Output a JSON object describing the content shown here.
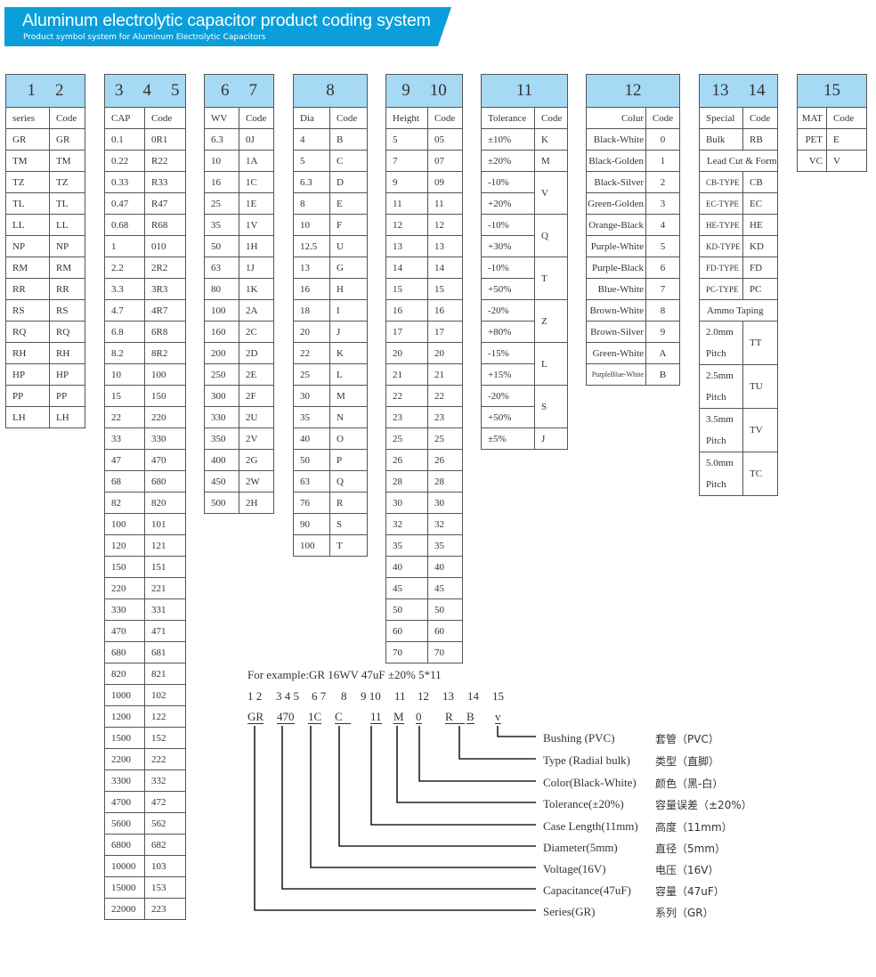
{
  "banner": {
    "title": "Aluminum electrolytic capacitor product coding system",
    "subtitle": "Product symbol system for Aluminum Electrolytic Capacitors"
  },
  "colors": {
    "banner": "#0a9fdb",
    "header_cell": "#a5d9f4"
  },
  "tables": [
    {
      "id": "t1",
      "name": "series-table",
      "header": [
        "1",
        "2"
      ],
      "columns": [
        "series",
        "Code"
      ],
      "rows": [
        [
          "GR",
          "GR"
        ],
        [
          "TM",
          "TM"
        ],
        [
          "TZ",
          "TZ"
        ],
        [
          "TL",
          "TL"
        ],
        [
          "LL",
          "LL"
        ],
        [
          "NP",
          "NP"
        ],
        [
          "RM",
          "RM"
        ],
        [
          "RR",
          "RR"
        ],
        [
          "RS",
          "RS"
        ],
        [
          "RQ",
          "RQ"
        ],
        [
          "RH",
          "RH"
        ],
        [
          "HP",
          "HP"
        ],
        [
          "PP",
          "PP"
        ],
        [
          "LH",
          "LH"
        ]
      ]
    },
    {
      "id": "t2",
      "name": "capacitance-table",
      "header": [
        "3",
        "4",
        "5"
      ],
      "columns": [
        "CAP",
        "Code"
      ],
      "rows": [
        [
          "0.1",
          "0R1"
        ],
        [
          "0.22",
          "R22"
        ],
        [
          "0.33",
          "R33"
        ],
        [
          "0.47",
          "R47"
        ],
        [
          "0.68",
          "R68"
        ],
        [
          "1",
          "010"
        ],
        [
          "2.2",
          "2R2"
        ],
        [
          "3.3",
          "3R3"
        ],
        [
          "4.7",
          "4R7"
        ],
        [
          "6.8",
          "6R8"
        ],
        [
          "8.2",
          "8R2"
        ],
        [
          "10",
          "100"
        ],
        [
          "15",
          "150"
        ],
        [
          "22",
          "220"
        ],
        [
          "33",
          "330"
        ],
        [
          "47",
          "470"
        ],
        [
          "68",
          "680"
        ],
        [
          "82",
          "820"
        ],
        [
          "100",
          "101"
        ],
        [
          "120",
          "121"
        ],
        [
          "150",
          "151"
        ],
        [
          "220",
          "221"
        ],
        [
          "330",
          "331"
        ],
        [
          "470",
          "471"
        ],
        [
          "680",
          "681"
        ],
        [
          "820",
          "821"
        ],
        [
          "1000",
          "102"
        ],
        [
          "1200",
          "122"
        ],
        [
          "1500",
          "152"
        ],
        [
          "2200",
          "222"
        ],
        [
          "3300",
          "332"
        ],
        [
          "4700",
          "472"
        ],
        [
          "5600",
          "562"
        ],
        [
          "6800",
          "682"
        ],
        [
          "10000",
          "103"
        ],
        [
          "15000",
          "153"
        ],
        [
          "22000",
          "223"
        ]
      ]
    },
    {
      "id": "t3",
      "name": "voltage-table",
      "header": [
        "6",
        "7"
      ],
      "columns": [
        "WV",
        "Code"
      ],
      "rows": [
        [
          "6.3",
          "0J"
        ],
        [
          "10",
          "1A"
        ],
        [
          "16",
          "1C"
        ],
        [
          "25",
          "1E"
        ],
        [
          "35",
          "1V"
        ],
        [
          "50",
          "1H"
        ],
        [
          "63",
          "1J"
        ],
        [
          "80",
          "1K"
        ],
        [
          "100",
          "2A"
        ],
        [
          "160",
          "2C"
        ],
        [
          "200",
          "2D"
        ],
        [
          "250",
          "2E"
        ],
        [
          "300",
          "2F"
        ],
        [
          "330",
          "2U"
        ],
        [
          "350",
          "2V"
        ],
        [
          "400",
          "2G"
        ],
        [
          "450",
          "2W"
        ],
        [
          "500",
          "2H"
        ]
      ]
    },
    {
      "id": "t4",
      "name": "diameter-table",
      "header": [
        "8"
      ],
      "columns": [
        "Dia",
        "Code"
      ],
      "rows": [
        [
          "4",
          "B"
        ],
        [
          "5",
          "C"
        ],
        [
          "6.3",
          "D"
        ],
        [
          "8",
          "E"
        ],
        [
          "10",
          "F"
        ],
        [
          "12.5",
          "U"
        ],
        [
          "13",
          "G"
        ],
        [
          "16",
          "H"
        ],
        [
          "18",
          "I"
        ],
        [
          "20",
          "J"
        ],
        [
          "22",
          "K"
        ],
        [
          "25",
          "L"
        ],
        [
          "30",
          "M"
        ],
        [
          "35",
          "N"
        ],
        [
          "40",
          "O"
        ],
        [
          "50",
          "P"
        ],
        [
          "63",
          "Q"
        ],
        [
          "76",
          "R"
        ],
        [
          "90",
          "S"
        ],
        [
          "100",
          "T"
        ]
      ]
    },
    {
      "id": "t5",
      "name": "height-table",
      "header": [
        "9",
        "10"
      ],
      "columns": [
        "Height",
        "Code"
      ],
      "rows": [
        [
          "5",
          "05"
        ],
        [
          "7",
          "07"
        ],
        [
          "9",
          "09"
        ],
        [
          "11",
          "11"
        ],
        [
          "12",
          "12"
        ],
        [
          "13",
          "13"
        ],
        [
          "14",
          "14"
        ],
        [
          "15",
          "15"
        ],
        [
          "16",
          "16"
        ],
        [
          "17",
          "17"
        ],
        [
          "20",
          "20"
        ],
        [
          "21",
          "21"
        ],
        [
          "22",
          "22"
        ],
        [
          "23",
          "23"
        ],
        [
          "25",
          "25"
        ],
        [
          "26",
          "26"
        ],
        [
          "28",
          "28"
        ],
        [
          "30",
          "30"
        ],
        [
          "32",
          "32"
        ],
        [
          "35",
          "35"
        ],
        [
          "40",
          "40"
        ],
        [
          "45",
          "45"
        ],
        [
          "50",
          "50"
        ],
        [
          "60",
          "60"
        ],
        [
          "70",
          "70"
        ]
      ]
    },
    {
      "id": "t6",
      "name": "tolerance-table",
      "header": [
        "11"
      ],
      "columns": [
        "Tolerance",
        "Code"
      ],
      "rows": [
        [
          "±10%",
          "K"
        ],
        [
          "±20%",
          "M"
        ],
        [
          "-10%",
          {
            "t": "V",
            "rs": 2
          }
        ],
        [
          "+20%"
        ],
        [
          "-10%",
          {
            "t": "Q",
            "rs": 2
          }
        ],
        [
          "+30%"
        ],
        [
          "-10%",
          {
            "t": "T",
            "rs": 2
          }
        ],
        [
          "+50%"
        ],
        [
          "-20%",
          {
            "t": "Z",
            "rs": 2
          }
        ],
        [
          "+80%"
        ],
        [
          "-15%",
          {
            "t": "L",
            "rs": 2
          }
        ],
        [
          "+15%"
        ],
        [
          "-20%",
          {
            "t": "S",
            "rs": 2
          }
        ],
        [
          "+50%"
        ],
        [
          "±5%",
          "J"
        ]
      ]
    },
    {
      "id": "t7",
      "name": "colour-table",
      "header": [
        "12"
      ],
      "columns": [
        "Colur",
        "Code"
      ],
      "rows": [
        [
          "Black-White",
          "0"
        ],
        [
          "Black-Golden",
          "1"
        ],
        [
          "Black-Silver",
          "2"
        ],
        [
          "Green-Golden",
          "3"
        ],
        [
          "Orange-Black",
          "4"
        ],
        [
          "Purple-White",
          "5"
        ],
        [
          "Purple-Black",
          "6"
        ],
        [
          "Blue-White",
          "7"
        ],
        [
          "Brown-White",
          "8"
        ],
        [
          "Brown-Silver",
          "9"
        ],
        [
          "Green-White",
          "A"
        ],
        [
          {
            "t": "PurpleBlue-White",
            "cls": "tiny"
          },
          "B"
        ]
      ]
    },
    {
      "id": "t8",
      "name": "special-table",
      "header": [
        "13",
        "14"
      ],
      "columns": [
        "Special",
        "Code"
      ],
      "rows": [
        [
          "Bulk",
          "RB"
        ],
        [
          {
            "t": "Lead Cut & Form",
            "cs": 2
          }
        ],
        [
          {
            "t": "CB-TYPE",
            "cls": "small"
          },
          "CB"
        ],
        [
          {
            "t": "EC-TYPE",
            "cls": "small"
          },
          "EC"
        ],
        [
          {
            "t": "HE-TYPE",
            "cls": "small"
          },
          "HE"
        ],
        [
          {
            "t": "KD-TYPE",
            "cls": "small"
          },
          "KD"
        ],
        [
          {
            "t": "FD-TYPE",
            "cls": "small"
          },
          "FD"
        ],
        [
          {
            "t": "PC-TYPE",
            "cls": "small"
          },
          "PC"
        ],
        [
          {
            "t": "Ammo Taping",
            "cs": 2
          }
        ],
        {
          "tall": true,
          "c": [
            {
              "t": "2.0mm Pitch",
              "cls": "pitch"
            },
            "TT"
          ]
        },
        {
          "tall": true,
          "c": [
            {
              "t": "2.5mm Pitch",
              "cls": "pitch"
            },
            "TU"
          ]
        },
        {
          "tall": true,
          "c": [
            {
              "t": "3.5mm Pitch",
              "cls": "pitch"
            },
            "TV"
          ]
        },
        {
          "tall": true,
          "c": [
            {
              "t": "5.0mm Pitch",
              "cls": "pitch"
            },
            "TC"
          ]
        }
      ]
    },
    {
      "id": "t9",
      "name": "material-table",
      "header": [
        "15"
      ],
      "columns": [
        "MAT",
        "Code"
      ],
      "rows": [
        [
          "PET",
          "E"
        ],
        [
          "VC",
          "V"
        ]
      ]
    }
  ],
  "example": {
    "title": "For example:GR 16WV 47uF  ±20%  5*11",
    "positions": [
      "1 2",
      "3 4 5",
      "6 7",
      "8",
      "9 10",
      "11",
      "12",
      "13",
      "14",
      "15"
    ],
    "codes": [
      "GR",
      "470",
      "1C",
      "C",
      "11",
      "M",
      "0",
      "R",
      "B",
      "v"
    ],
    "labels": [
      {
        "en": "Bushing (PVC)",
        "zh": "套管（PVC）"
      },
      {
        "en": "Type (Radial bulk)",
        "zh": "类型（直脚）"
      },
      {
        "en": "Color(Black-White)",
        "zh": "颜色（黑-白）"
      },
      {
        "en": "Tolerance(±20%)",
        "zh": "容量误差（±20%）"
      },
      {
        "en": "Case Length(11mm)",
        "zh": "高度（11mm）"
      },
      {
        "en": "Diameter(5mm)",
        "zh": "直径（5mm）"
      },
      {
        "en": "Voltage(16V)",
        "zh": "电压（16V）"
      },
      {
        "en": "Capacitance(47uF)",
        "zh": "容量（47uF）"
      },
      {
        "en": "Series(GR)",
        "zh": "系列（GR）"
      }
    ]
  }
}
